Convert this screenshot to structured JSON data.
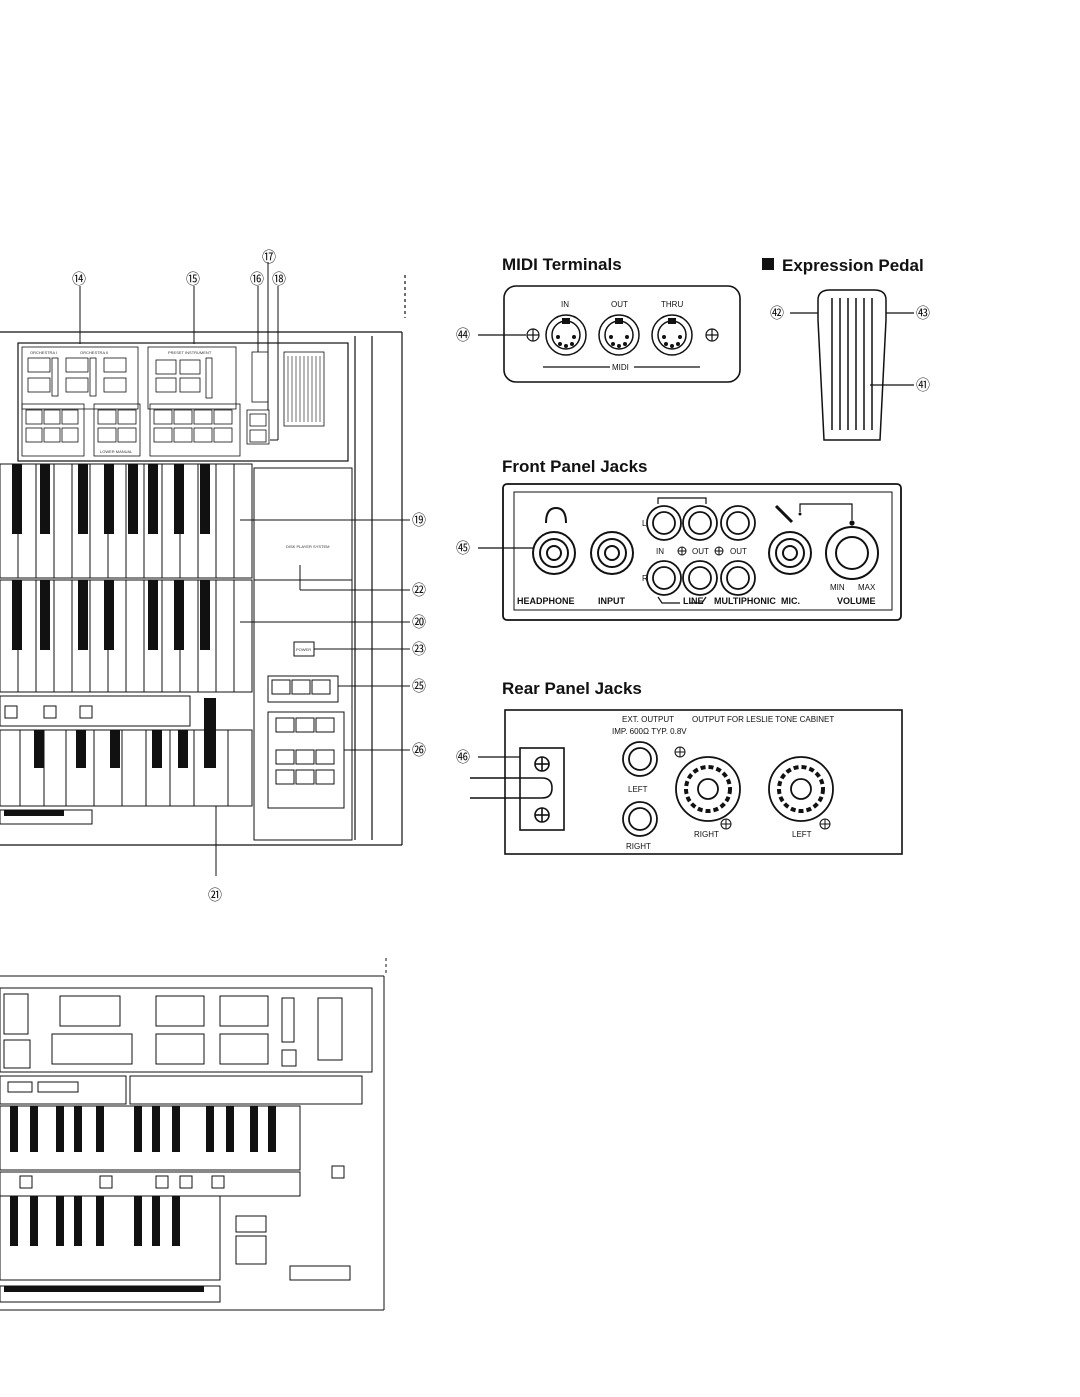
{
  "headings": {
    "midi": "MIDI Terminals",
    "expression": "Expression Pedal",
    "front": "Front Panel Jacks",
    "rear": "Rear Panel Jacks"
  },
  "midi": {
    "in": "IN",
    "out": "OUT",
    "thru": "THRU",
    "bus": "MIDI"
  },
  "front": {
    "headphone": "HEADPHONE",
    "input": "INPUT",
    "line": "LINE",
    "multiphonic": "MULTIPHONIC",
    "mic": "MIC.",
    "volume": "VOLUME",
    "min": "MIN",
    "max": "MAX",
    "l": "L",
    "r": "R",
    "in": "IN",
    "out1": "OUT",
    "out2": "OUT"
  },
  "rear": {
    "ext_output": "EXT. OUTPUT",
    "imp": "IMP. 600Ω TYP. 0.8V",
    "leslie": "OUTPUT FOR LESLIE TONE CABINET",
    "left1": "LEFT",
    "right1": "RIGHT",
    "right2": "RIGHT",
    "left2": "LEFT"
  },
  "callouts": {
    "c14": "⑭",
    "c15": "⑮",
    "c16": "⑯",
    "c17": "⑰",
    "c18": "⑱",
    "c19": "⑲",
    "c20": "⑳",
    "c21": "㉑",
    "c22": "㉒",
    "c23": "㉓",
    "c25": "㉕",
    "c26": "㉖",
    "c41": "㊶",
    "c42": "㊷",
    "c43": "㊸",
    "c44": "㊹",
    "c45": "㊺",
    "c46": "㊻"
  },
  "organ_labels": {
    "orch1": "ORCHESTRA I",
    "orch2": "ORCHESTRA II",
    "preset": "PRESET INSTRUMENT",
    "lower_manual": "LOWER MANUAL",
    "disk_player": "DISK PLAYER SYSTEM",
    "power": "POWER"
  }
}
